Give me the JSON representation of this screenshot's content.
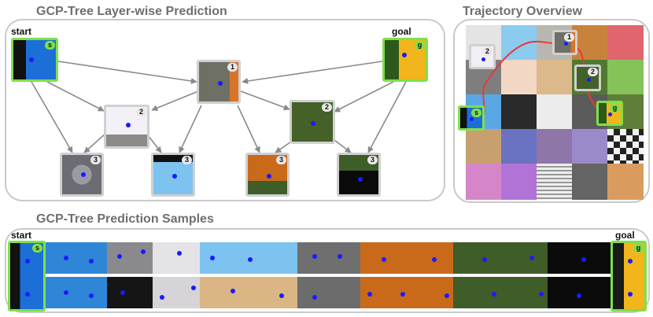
{
  "layerwise": {
    "title": "GCP-Tree Layer-wise Prediction",
    "start_label": "start",
    "goal_label": "goal",
    "badges": {
      "start": "s",
      "goal": "g",
      "root": "1",
      "l2a": "2",
      "l2b": "2",
      "l3a": "3",
      "l3b": "3",
      "l3c": "3",
      "l3d": "3"
    }
  },
  "overview": {
    "title": "Trajectory Overview",
    "badges": {
      "n1": "1",
      "n2a": "2",
      "n2b": "2",
      "start": "s",
      "goal": "g"
    }
  },
  "samples": {
    "title": "GCP-Tree Prediction Samples",
    "start_label": "start",
    "goal_label": "goal",
    "badges": {
      "start": "s",
      "goal": "g"
    }
  },
  "colors": {
    "accent_green": "#7ee04a",
    "trajectory_red": "#e8393a",
    "agent_dot": "#1a1aff",
    "title_grey": "#6f6f6f"
  }
}
